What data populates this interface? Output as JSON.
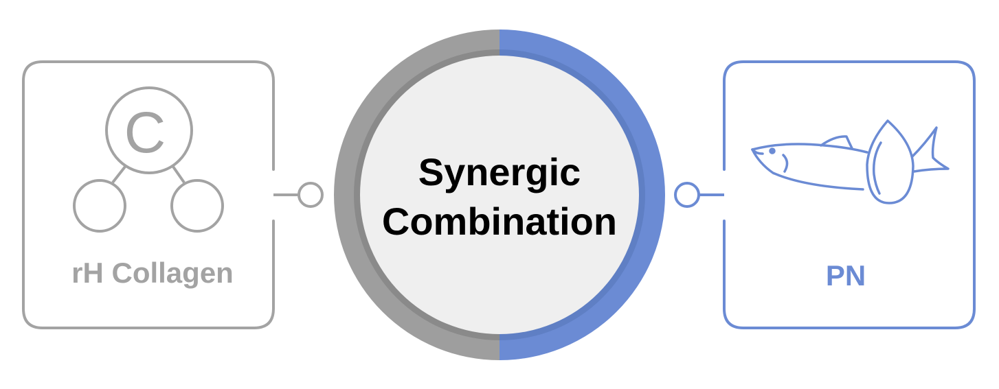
{
  "left_card": {
    "label": "rH Collagen",
    "icon": "collagen-molecule-icon",
    "symbol": "C",
    "color": "#a3a3a3"
  },
  "center": {
    "title_line1": "Synergic",
    "title_line2": "Combination",
    "ring_left_color": "#9e9e9e",
    "ring_right_color": "#6b8bd4",
    "fill_color": "#efefef"
  },
  "right_card": {
    "label": "PN",
    "icon": "salmon-droplet-icon",
    "color": "#6b8bd4"
  }
}
